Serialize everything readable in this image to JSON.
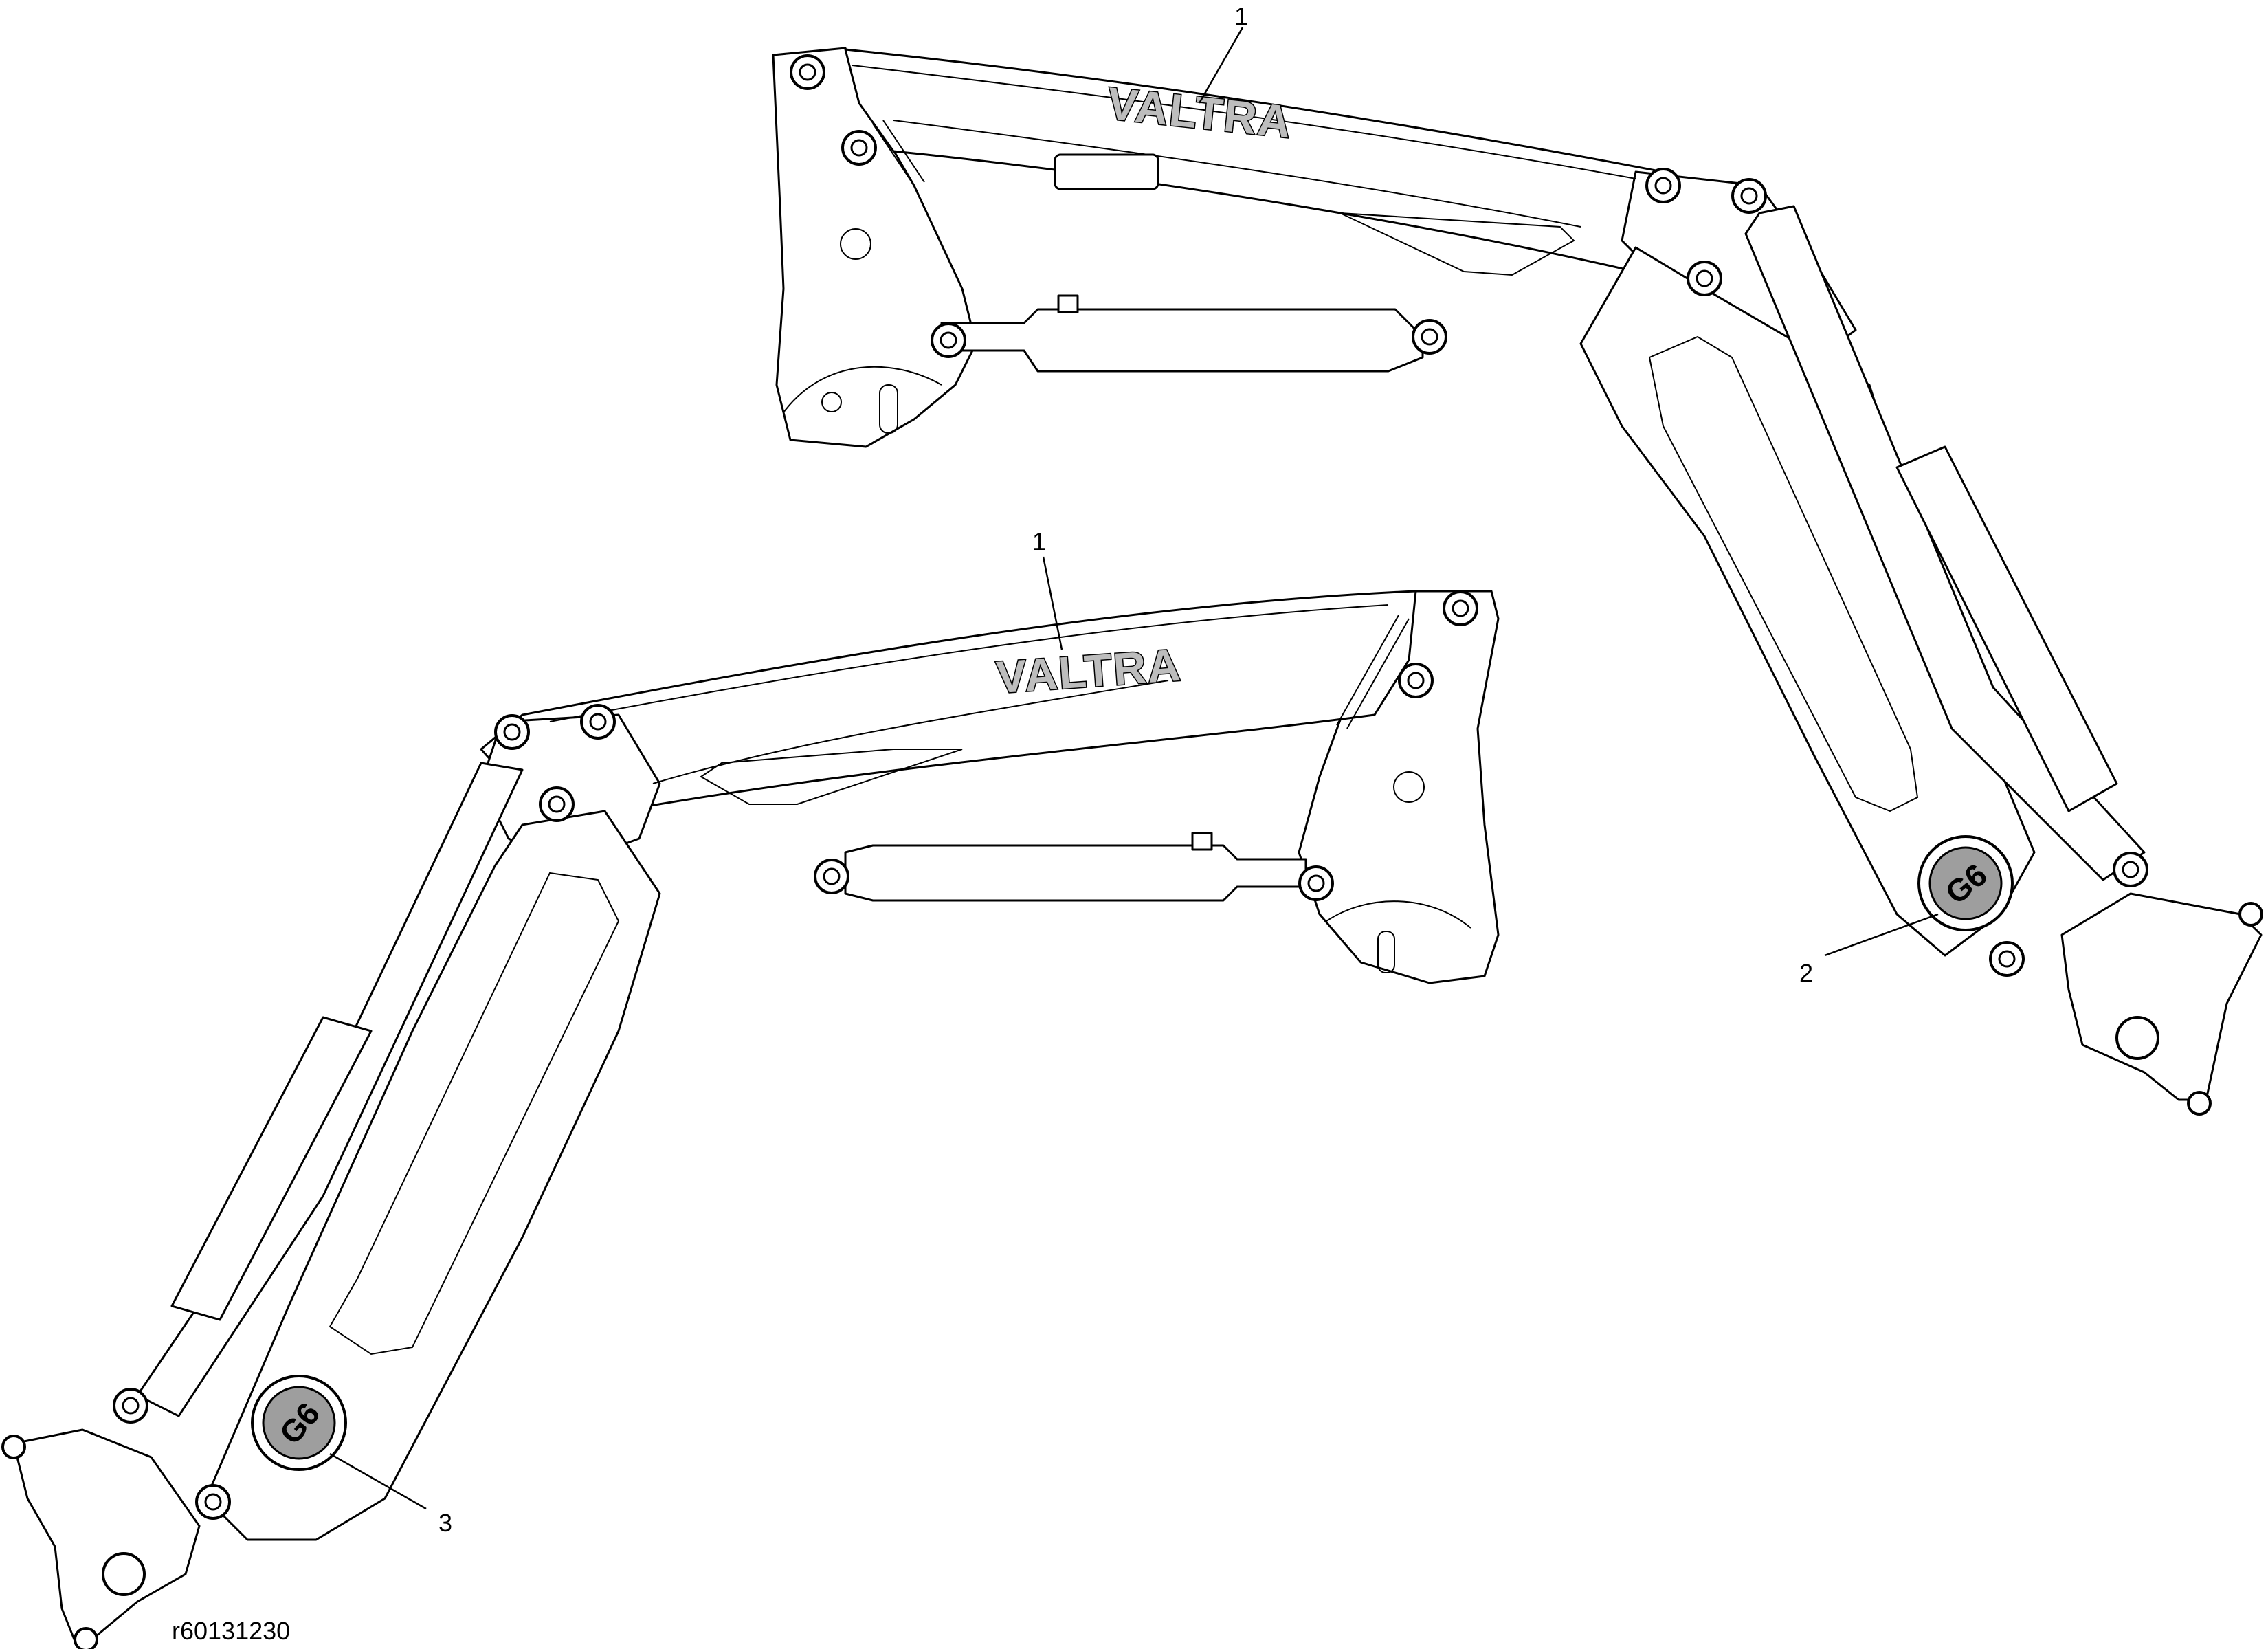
{
  "drawing": {
    "reference": "r60131230",
    "brand_logo": "VALTRA",
    "badge_label": "G6",
    "callouts": {
      "right_arm_logo": "1",
      "left_arm_logo": "1",
      "right_arm_badge": "2",
      "left_arm_badge": "3"
    }
  }
}
